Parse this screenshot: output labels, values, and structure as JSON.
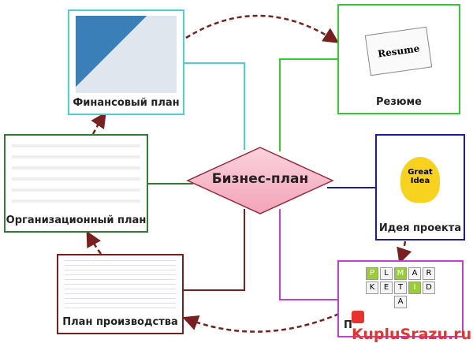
{
  "center": {
    "label": "Бизнес-план"
  },
  "nodes": {
    "finance": {
      "label": "Финансовый план",
      "color": "#4fd0d0"
    },
    "resume": {
      "label": "Резюме",
      "color": "#33cc33",
      "image_text": "Resume"
    },
    "org": {
      "label": "Организационный план",
      "color": "#2e7d32"
    },
    "idea": {
      "label": "Идея проекта",
      "color": "#1c1c9c",
      "image_text": "Great Idea"
    },
    "production": {
      "label": "План производства",
      "color": "#7a1f1f"
    },
    "marketing": {
      "label": "П",
      "color": "#c040d0",
      "tiles": [
        "P",
        "L",
        "M",
        "A",
        "R",
        "K",
        "E",
        "T",
        "I",
        "D",
        "A"
      ]
    }
  },
  "watermark": "KupluSrazu.ru"
}
